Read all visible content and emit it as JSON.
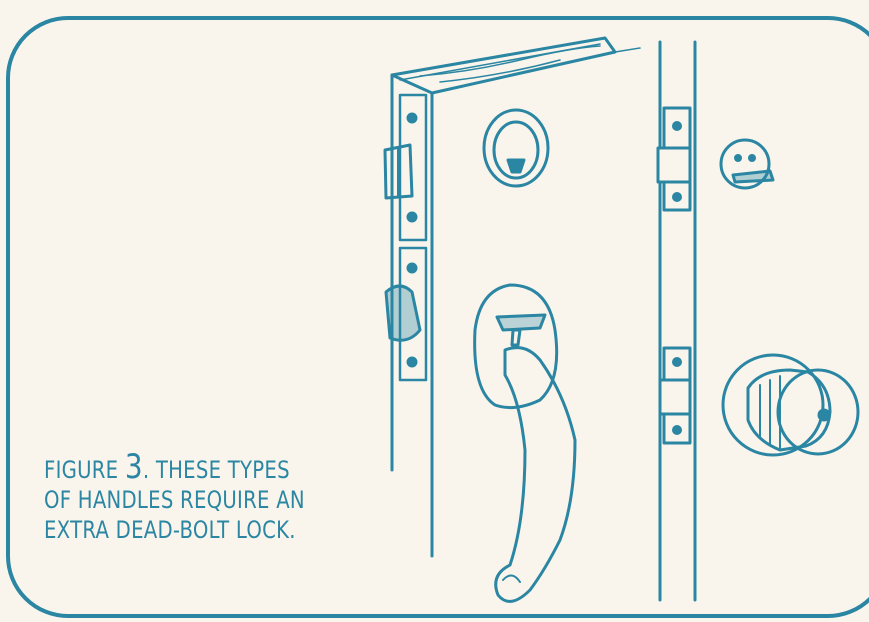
{
  "caption": {
    "figure_word": "FIGURE",
    "figure_number": "3",
    "line1_rest": ". THESE TYPES",
    "line2": "OF HANDLES REQUIRE AN",
    "line3": "EXTRA DEAD-BOLT LOCK."
  },
  "colors": {
    "ink": "#2b86a3",
    "paper": "#f9f5ec"
  }
}
